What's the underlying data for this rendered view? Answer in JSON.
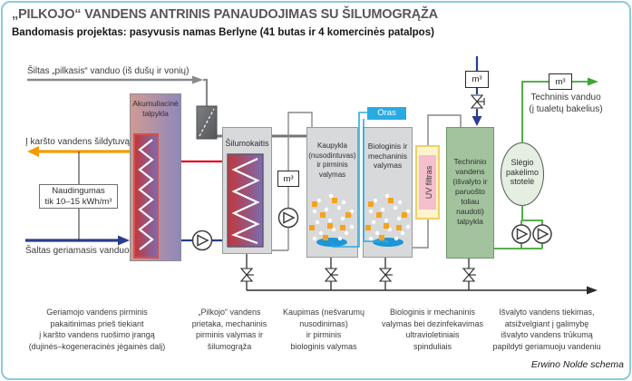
{
  "header": {
    "title": "„PILKOJO“ VANDENS ANTRINIS PANAUDOJIMAS SU ŠILUMOGRĄŽA",
    "subtitle": "Bandomasis projektas: pasyvusis namas Berlyne (41 butas ir 4 komercinės patalpos)"
  },
  "flows": {
    "warm_grey_in": "Šiltas „pilkasis“ vanduo (iš dušų ir vonių)",
    "to_hot_water": "Į karšto vandens šildytuvą",
    "cold_drinking": "Šaltas geriamasis vanduo",
    "technical_out": "Techninis vanduo\n(į tualetų bakelius)"
  },
  "units": {
    "m3": "m³"
  },
  "nodes": {
    "accumulator": "Akumuliacinė\ntalpykla",
    "heat_exchanger": "Šilumokaitis",
    "storage": "Kaupykla\n(nusodintuvas)\nir pirminis\nvalymas",
    "bio": "Biologinis ir\nmechaninis\nvalymas",
    "uv": "UV filtras",
    "air": "Oras",
    "technical_tank": "Techninio\nvandens\n(išvalyto ir\nparuošto\ntoliau\nnaudoti)\ntalpykla",
    "pressure_station": "Slėgio\npakėlimo\nstotelė"
  },
  "notes": {
    "efficiency": "Naudingumas\ntik 10–15 kWh/m³"
  },
  "captions": [
    "Geriamojo vandens pirminis\npakaitinimas prieš tiekiant\nį karšto vandens ruošimo įrangą\n(dujinės–kogeneracinės jėgainės dalį)",
    "„Pilkojo“ vandens\nprietaka, mechaninis\npirminis valymas ir\nšilumogrąža",
    "Kaupimas (nešvarumų\nnusodinimas)\nir pirminis\nbiologinis valymas",
    "Biologinis ir mechaninis\nvalymas bei dezinfekavimas\nultravioletiniais\nspinduliais",
    "Išvalyto vandens tiekimas,\natsižvelgiant į galimybę\nišvalyto vandens trūkumą\npapildyti geriamuoju vandeniu"
  ],
  "credit": "Erwino Nolde schema",
  "colors": {
    "frame_cyan": "#8bcbd9",
    "pipe_grey": "#87898c",
    "hot_orange": "#f49b00",
    "cold_blue": "#2b3d8f",
    "heat_red": "#e2001a",
    "clean_green": "#3fa535",
    "air_cyan": "#29abe2",
    "tank_grey": "#d8d9da",
    "tank_green": "#a2c39d",
    "aerator_blue": "#1d96d5",
    "particle_orange": "#f5a31e"
  }
}
